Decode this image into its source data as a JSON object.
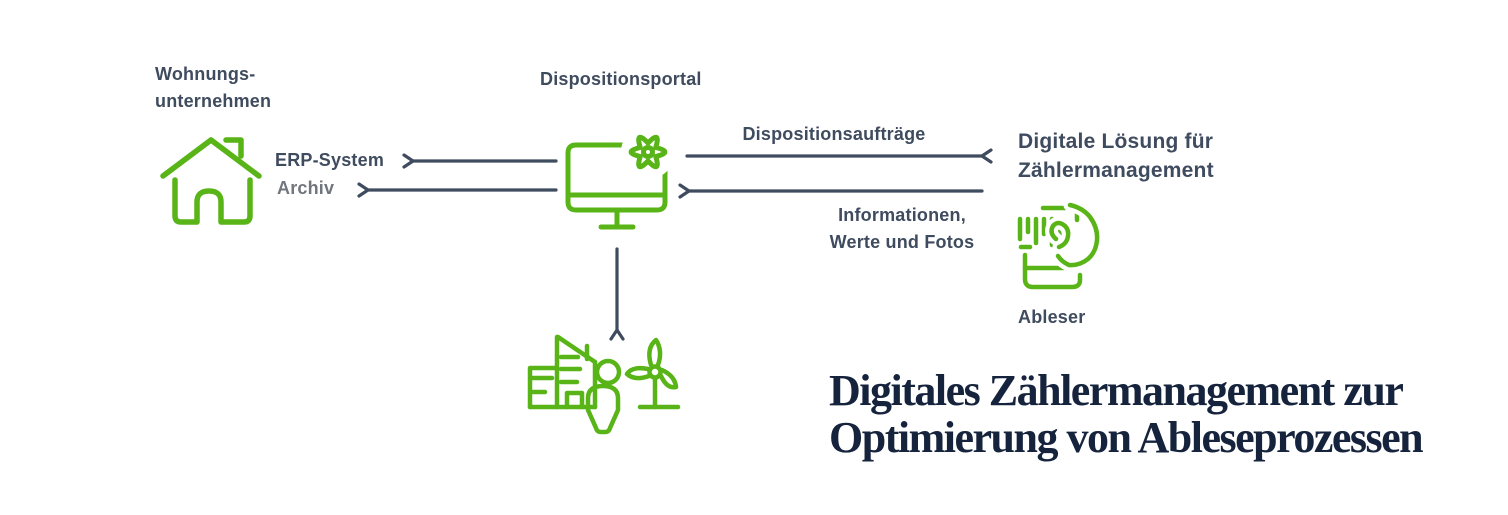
{
  "colors": {
    "brand_green": "#58b417",
    "slate_text": "#3f4b5e",
    "muted_gray": "#70767e",
    "headline_navy": "#16233c",
    "background": "#ffffff"
  },
  "diagram": {
    "left": {
      "title": "Wohnungs-\nunternehmen",
      "erp": "ERP-System",
      "archiv": "Archiv"
    },
    "center": {
      "portal": "Dispositionsportal"
    },
    "right": {
      "solution": "Digitale Lösung für\nZählermanagement",
      "ableser": "Ableser"
    },
    "flows": {
      "orders": "Dispositionsaufträge",
      "returns": "Informationen,\nWerte und Fotos"
    },
    "headline": "Digitales Zählermanagement zur\nOptimierung von Ableseprozessen"
  },
  "icons": {
    "house": "house-icon",
    "portal": "monitor-gear-icon",
    "reader": "meter-reader-hand-icon",
    "city": "city-person-turbine-icon",
    "arrows": [
      "arrow-to-erp",
      "arrow-to-archiv",
      "arrow-orders-right",
      "arrow-returns-left",
      "arrow-down-to-city"
    ]
  }
}
